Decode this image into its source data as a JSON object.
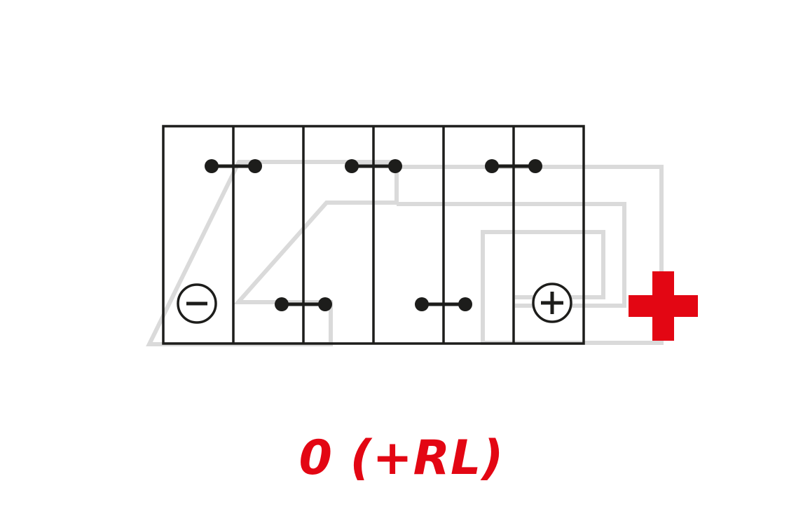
{
  "diagram": {
    "type": "battery-terminal-layout-top-view",
    "label": "0 (+RL)",
    "cells": 6,
    "connectors": {
      "top_walls": [
        1,
        3,
        5
      ],
      "bottom_walls": [
        2,
        4
      ]
    },
    "terminals": {
      "negative": "−",
      "positive": "+"
    },
    "polarity_marker": "+",
    "icons": {
      "negative_terminal": "circled-minus-icon",
      "positive_terminal": "circled-plus-icon",
      "polarity": "plus-icon",
      "watermark": "brand-watermark"
    },
    "colors": {
      "line_black": "#1d1d1b",
      "accent_red": "#e30613",
      "watermark_gray": "#dadada",
      "background": "#ffffff"
    }
  }
}
